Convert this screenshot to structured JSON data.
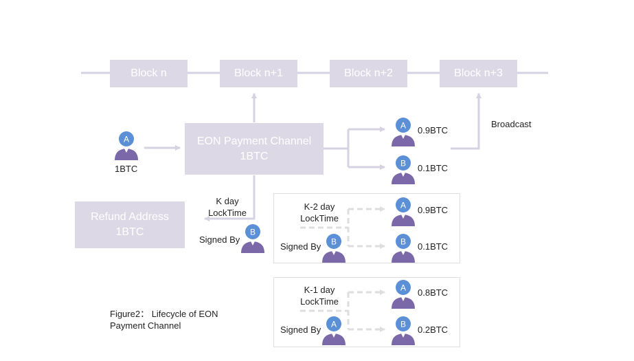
{
  "blocks": [
    {
      "label": "Block n"
    },
    {
      "label": "Block n+1"
    },
    {
      "label": "Block n+2"
    },
    {
      "label": "Block n+3"
    }
  ],
  "channel": {
    "label": "EON Payment Channel\n1BTC"
  },
  "refund": {
    "label": "Refund Address\n1BTC"
  },
  "labels": {
    "input_amount": "1BTC",
    "broadcast": "Broadcast",
    "k_day": "K day\nLockTime",
    "signed_by": "Signed By",
    "k2_day": "K-2 day\nLockTime",
    "k1_day": "K-1 day\nLockTime"
  },
  "outputs": {
    "main_a": "0.9BTC",
    "main_b": "0.1BTC",
    "k2_a": "0.9BTC",
    "k2_b": "0.1BTC",
    "k1_a": "0.8BTC",
    "k1_b": "0.2BTC"
  },
  "avatars": {
    "a": "A",
    "b": "B"
  },
  "caption": "Figure2： Lifecycle of EON\nPayment Channel",
  "colors": {
    "block_fill": "#ddd8e6",
    "arrow": "#d6d2e2",
    "dashed_arrow": "#dedede",
    "person_head": "#5b8fd6",
    "person_body": "#7b68a8"
  }
}
